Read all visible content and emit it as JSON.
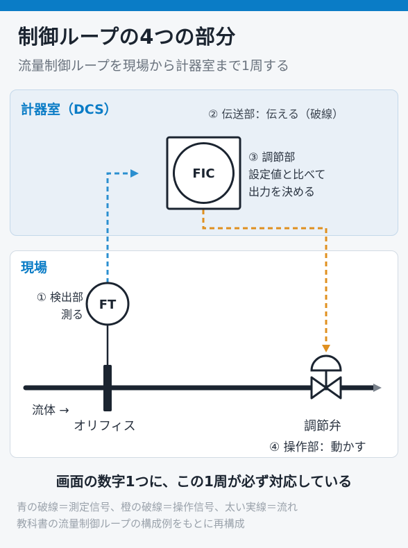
{
  "header": {
    "title": "制御ループの4つの部分",
    "subtitle": "流量制御ループを現場から計器室まで1周する"
  },
  "panels": {
    "dcs_label": "計器室（DCS）",
    "field_label": "現場"
  },
  "parts": {
    "transmit": "② 伝送部：伝える（破線）",
    "control_title": "③ 調節部",
    "control_line1": "設定値と比べて",
    "control_line2": "出力を決める",
    "detect_title": "① 検出部",
    "detect_line1": "測る",
    "operate": "④ 操作部：動かす"
  },
  "instruments": {
    "controller_tag": "FIC",
    "transmitter_tag": "FT"
  },
  "field": {
    "flow_label": "流体 →",
    "orifice_label": "オリフィス",
    "valve_label": "調節弁"
  },
  "footer": {
    "conclusion": "画面の数字1つに、この1周が必ず対応している",
    "legend": "青の破線＝測定信号、橙の破線＝操作信号、太い実線＝流れ",
    "source": "教科書の流量制御ループの構成例をもとに再構成"
  },
  "colors": {
    "accent": "#0a7cc6",
    "measurement_signal": "#2b8fd0",
    "manipulation_signal": "#e0901f",
    "process_line": "#1b2430"
  }
}
